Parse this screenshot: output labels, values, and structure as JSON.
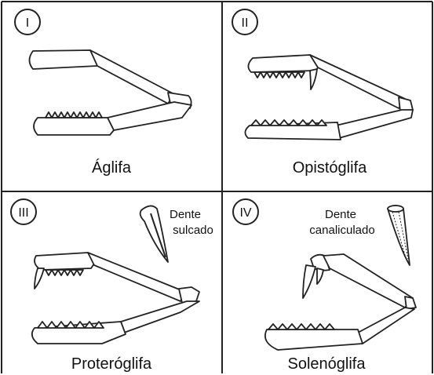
{
  "panels": [
    {
      "roman": "I",
      "label": "Áglifa"
    },
    {
      "roman": "II",
      "label": "Opistóglifa"
    },
    {
      "roman": "III",
      "label": "Proteróglifa",
      "note": [
        "Dente",
        "sulcado"
      ]
    },
    {
      "roman": "IV",
      "label": "Solenóglifa",
      "note": [
        "Dente",
        "canaliculado"
      ]
    }
  ],
  "colors": {
    "stroke": "#222222",
    "background": "#ffffff"
  }
}
